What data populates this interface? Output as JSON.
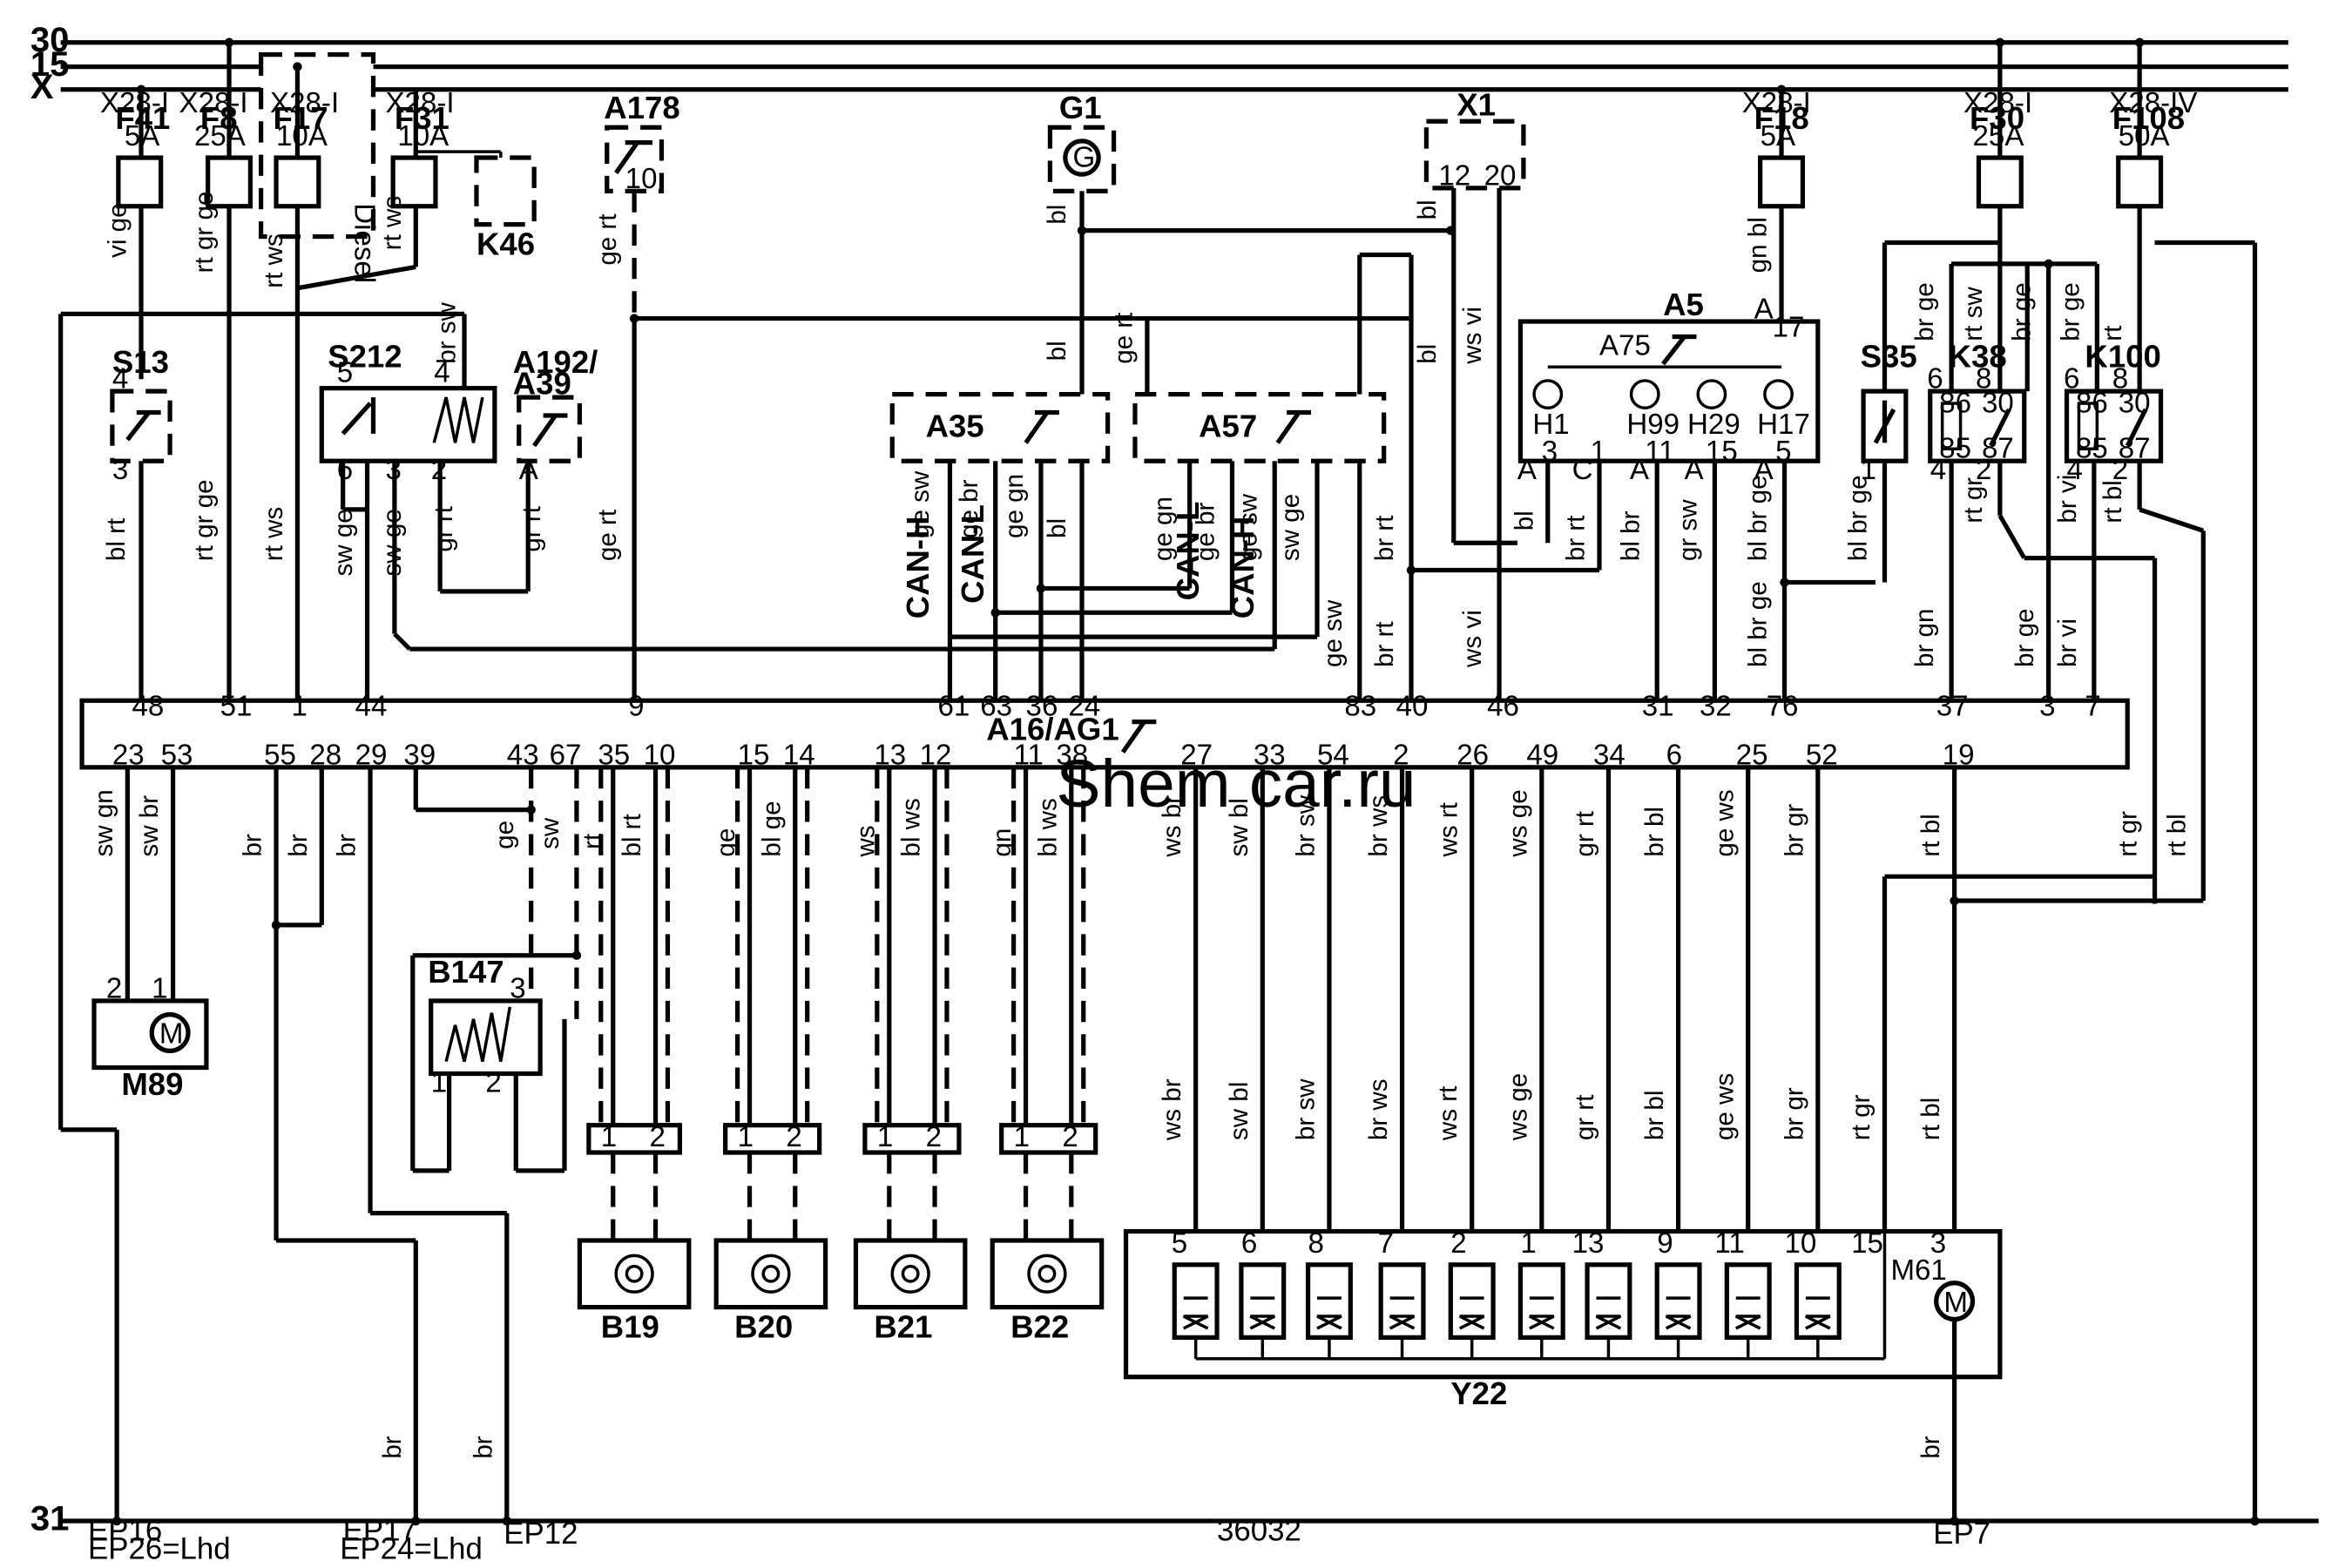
{
  "rails": {
    "r30": "30",
    "r15": "15",
    "rX": "X",
    "r31": "31"
  },
  "fuses": [
    {
      "ref": "F41",
      "block": "X28-I",
      "rating": "5A"
    },
    {
      "ref": "F8",
      "block": "X28-I",
      "rating": "25A"
    },
    {
      "ref": "F17",
      "block": "X28-I",
      "rating": "10A",
      "note": "Diesel"
    },
    {
      "ref": "F31",
      "block": "X28-I",
      "rating": "10A"
    },
    {
      "ref": "F18",
      "block": "X28-I",
      "rating": "5A"
    },
    {
      "ref": "F30",
      "block": "X28-I",
      "rating": "25A"
    },
    {
      "ref": "F108",
      "block": "X28-IV",
      "rating": "50A"
    }
  ],
  "components": {
    "k46": "K46",
    "a178": "A178",
    "g1": "G1",
    "x1": "X1",
    "a5": "A5",
    "a75": "A75",
    "s13": "S13",
    "s212": "S212",
    "a192": "A192/\nA39",
    "a35": "A35",
    "a57": "A57",
    "s35": "S35",
    "k38": "K38",
    "k100": "K100",
    "ecu": "A16/AG1",
    "m89": "M89",
    "b147": "B147",
    "b19": "B19",
    "b20": "B20",
    "b21": "B21",
    "b22": "B22",
    "y22": "Y22",
    "m61": "M61",
    "h1": "H1",
    "h99": "H99",
    "h29": "H29",
    "h17": "H17"
  },
  "can": {
    "can_h": "CAN-H",
    "can_l": "CAN-L"
  },
  "ecu_top_pins": [
    "48",
    "51",
    "1",
    "44",
    "9",
    "61",
    "63",
    "36",
    "24",
    "83",
    "40",
    "46",
    "31",
    "32",
    "76",
    "37",
    "3",
    "7"
  ],
  "ecu_bottom_pins": [
    "23",
    "53",
    "55",
    "28",
    "29",
    "39",
    "43",
    "67",
    "35",
    "10",
    "15",
    "14",
    "13",
    "12",
    "11",
    "38",
    "27",
    "33",
    "54",
    "2",
    "26",
    "49",
    "34",
    "6",
    "25",
    "52",
    "19"
  ],
  "wire_colors": {
    "vige": "vi ge",
    "rtgrge": "rt gr ge",
    "rtws": "rt ws",
    "gert": "ge rt",
    "bl": "bl",
    "wsvi": "ws vi",
    "gnbl": "gn bl",
    "brge": "br ge",
    "rtsw": "rt sw",
    "rt": "rt",
    "brsw": "br sw",
    "blrt": "bl rt",
    "swge": "sw ge",
    "grrt": "gr rt",
    "gesw": "ge sw",
    "gebr": "ge br",
    "gegn": "ge gn",
    "brrt": "br rt",
    "blbr": "bl br",
    "grsw": "gr sw",
    "blbrge": "bl br ge",
    "brgn": "br gn",
    "brvi": "br vi",
    "rtbl": "rt bl",
    "swgn": "sw gn",
    "swbr": "sw br",
    "br": "br",
    "ge": "ge",
    "sw": "sw",
    "blge": "bl ge",
    "ws": "ws",
    "blws": "bl ws",
    "gn": "gn",
    "wsbr": "ws br",
    "swbl": "sw bl",
    "brws": "br ws",
    "wsrt": "ws rt",
    "wsge": "ws ge",
    "brbl": "br bl",
    "gews": "ge ws",
    "brgr": "br gr",
    "rtgr": "rt gr"
  },
  "ground_points": {
    "ep16": "EP16",
    "ep26": "EP26=Lhd",
    "ep17": "EP17",
    "ep24": "EP24=Lhd",
    "ep12": "EP12",
    "code": "36032",
    "ep7": "EP7"
  },
  "watermark": "Shem car.ru",
  "y22_pins": [
    "5",
    "6",
    "8",
    "7",
    "2",
    "1",
    "13",
    "9",
    "11",
    "10",
    "15",
    "3"
  ]
}
